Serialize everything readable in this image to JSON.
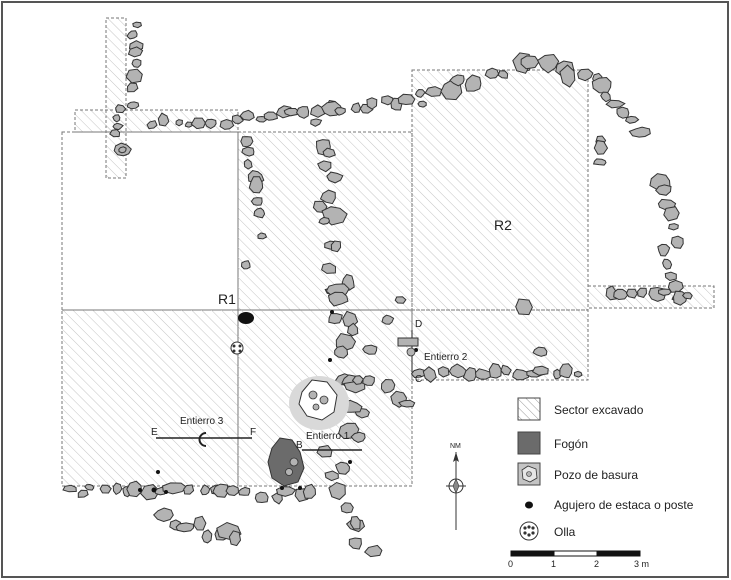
{
  "rooms": {
    "r1": "R1",
    "r2": "R2"
  },
  "burials": {
    "entierro1": "Entierro 1",
    "entierro2": "Entierro 2",
    "entierro3": "Entierro 3"
  },
  "section_letters": {
    "b": "B",
    "c": "C",
    "d": "D",
    "e": "E",
    "f": "F"
  },
  "north": {
    "label": "NM"
  },
  "legend": [
    {
      "label": "Sector excavado",
      "icon": "hatched-square"
    },
    {
      "label": "Fogón",
      "icon": "dark-square"
    },
    {
      "label": "Pozo de basura",
      "icon": "stone-pit"
    },
    {
      "label": "Agujero de estaca o poste",
      "icon": "black-dot"
    },
    {
      "label": "Olla",
      "icon": "pot-circle"
    }
  ],
  "scale_bar": {
    "ticks": [
      "0",
      "1",
      "2",
      "3 m"
    ]
  },
  "colors": {
    "stone_fill": "#b3b3b3",
    "stone_stroke": "#333333",
    "hatch": "#bdbdbd",
    "fogon": "#6b6b6b",
    "frame": "#555555"
  }
}
